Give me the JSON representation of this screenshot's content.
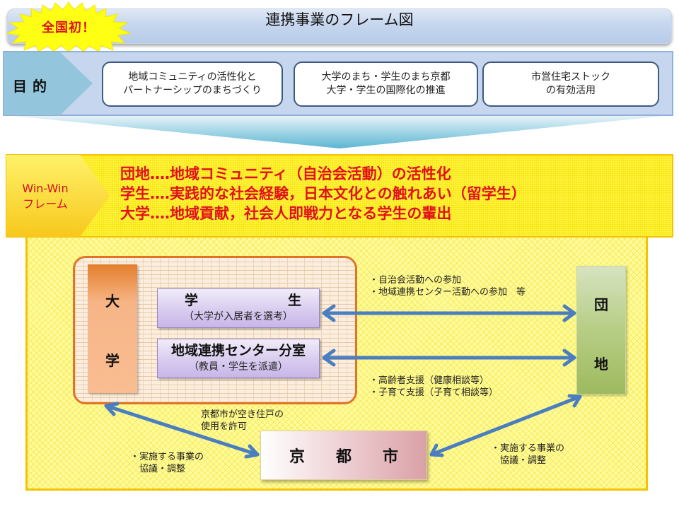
{
  "header": {
    "title": "連携事業のフレーム図",
    "badge": "全国初！"
  },
  "purpose": {
    "label": "目的",
    "goals": [
      "地域コミュニティの活性化と\nパートナーシップのまちづくり",
      "大学のまち・学生のまち京都\n大学・学生の国際化の推進",
      "市営住宅ストック\nの有効活用"
    ]
  },
  "winwin": {
    "label_line1": "Win-Win",
    "label_line2": "フレーム",
    "lines": [
      "団地‥‥地域コミュニティ（自治会活動）の活性化",
      "学生‥‥実践的な社会経験，日本文化との触れあい（留学生）",
      "大学‥‥地域貢献，社会人即戦力となる学生の輩出"
    ]
  },
  "diagram": {
    "university": {
      "char1": "大",
      "char2": "学"
    },
    "student_box": {
      "main_left": "学",
      "main_right": "生",
      "sub": "（大学が入居者を選考）"
    },
    "center_box": {
      "main": "地域連携センター分室",
      "sub": "（教員・学生を派遣）"
    },
    "danchi": {
      "char1": "団",
      "char2": "地"
    },
    "kyoto": {
      "char1": "京",
      "char2": "都",
      "char3": "市"
    },
    "notes": {
      "top_right": [
        "・自治会活動への参加",
        "・地域連携センター活動への参加　等"
      ],
      "mid_right": [
        "・高齢者支援（健康相談等）",
        "・子育て支援（子育て相談等）"
      ],
      "kyoto_permission": [
        "京都市が空き住戸の",
        "使用を許可"
      ],
      "bottom_left": [
        "・実施する事業の",
        "　協議・調整"
      ],
      "bottom_right": [
        "・実施する事業の",
        "　協議・調整"
      ]
    }
  },
  "colors": {
    "title_bg": "#c6d6ee",
    "purpose_accent": "#8fc2d8",
    "winwin_text": "#e2101b",
    "winwin_bg": "#fff23a",
    "arrow": "#4a7ec0",
    "university": "#f8bd91",
    "danchi": "#b6cd85",
    "kyoto": "#d9a1a6",
    "purple_box": "#d6c9ee"
  }
}
